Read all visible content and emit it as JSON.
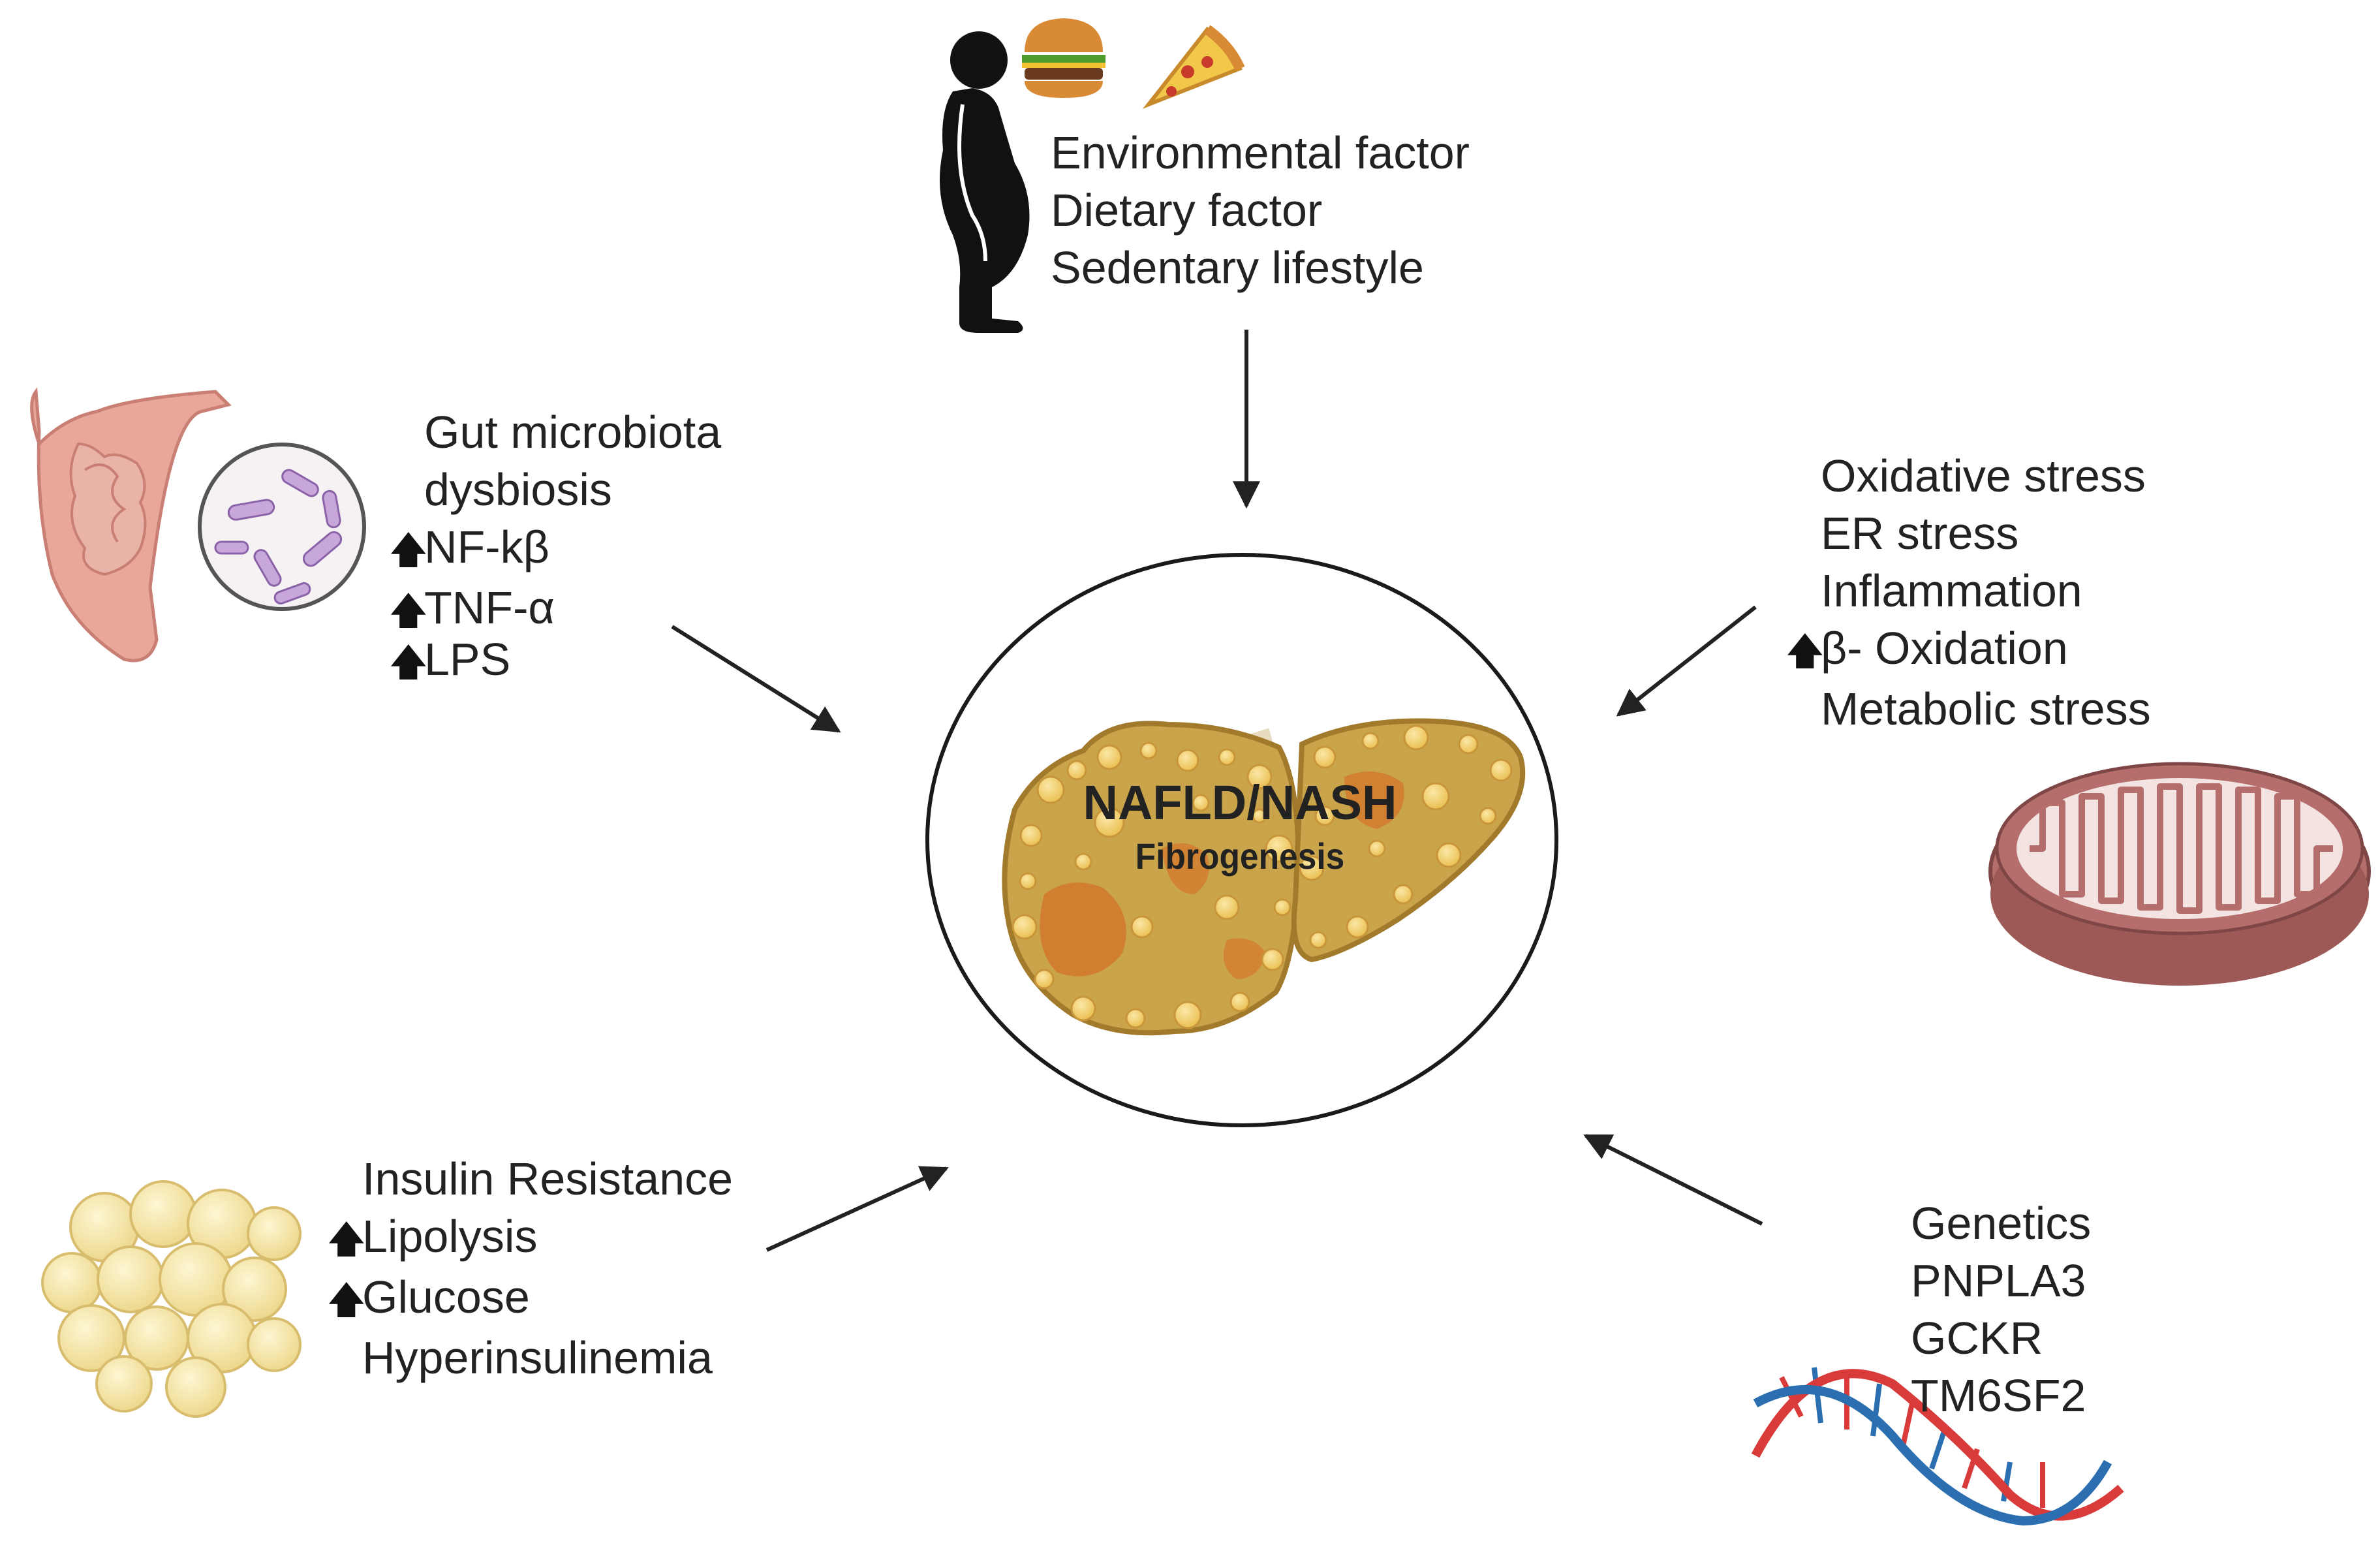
{
  "center": {
    "title": "NAFLD/NASH",
    "subtitle": "Fibrogenesis"
  },
  "lifestyle": {
    "lines": [
      "Environmental factor",
      "Dietary factor",
      "Sedentary lifestyle"
    ]
  },
  "gut": {
    "lines": [
      "Gut microbiota",
      "dysbiosis",
      "NF-kβ",
      "TNF-α",
      "LPS"
    ]
  },
  "mito": {
    "lines": [
      "Oxidative stress",
      "ER stress",
      "Inflammation",
      "β- Oxidation",
      "Metabolic stress"
    ]
  },
  "adipose": {
    "lines": [
      "Insulin Resistance",
      "Lipolysis",
      "Glucose",
      "Hyperinsulinemia"
    ]
  },
  "genetics": {
    "lines": [
      "Genetics",
      "PNPLA3",
      "GCKR",
      "TM6SF2"
    ]
  },
  "up_arrow_glyph": "🡅",
  "colors": {
    "liver": "#c9a44a",
    "liver_dark": "#a27a2c",
    "fibrosis": "#d4782c",
    "fat_droplet": "#f2cc63",
    "gut": "#e8a79a",
    "mitochondrion": "#b56e6b",
    "adipocyte": "#f6e7a8",
    "dna_red": "#d93b3b",
    "dna_blue": "#2b6fb0"
  }
}
